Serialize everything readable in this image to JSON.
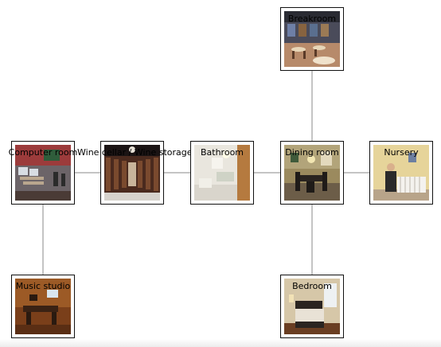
{
  "nodes": {
    "breakroom": {
      "label": "Breakroom"
    },
    "computer_room": {
      "label": "Computer room"
    },
    "wine_storage": {
      "label": "Wine cellar / Wine storage"
    },
    "bathroom": {
      "label": "Bathroom"
    },
    "dining_room": {
      "label": "Dining room"
    },
    "nursery": {
      "label": "Nursery"
    },
    "music_studio": {
      "label": "Music studio"
    },
    "bedroom": {
      "label": "Bedroom"
    }
  },
  "edges": [
    [
      "computer_room",
      "wine_storage"
    ],
    [
      "wine_storage",
      "bathroom"
    ],
    [
      "bathroom",
      "dining_room"
    ],
    [
      "dining_room",
      "nursery"
    ],
    [
      "breakroom",
      "dining_room"
    ],
    [
      "dining_room",
      "bedroom"
    ],
    [
      "computer_room",
      "music_studio"
    ]
  ],
  "colors": {
    "edge": "#888888",
    "border": "#111111"
  }
}
